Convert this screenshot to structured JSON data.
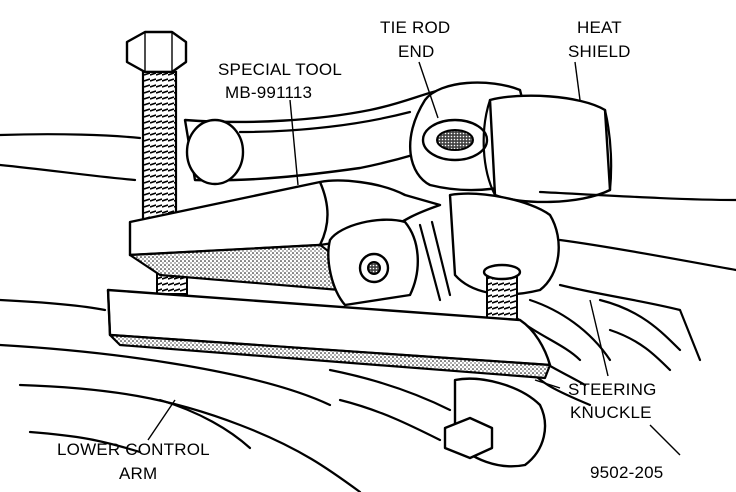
{
  "labels": {
    "special_tool_line1": "SPECIAL TOOL",
    "special_tool_line2": "MB-991113",
    "tie_rod_line1": "TIE ROD",
    "tie_rod_line2": "END",
    "heat_shield_line1": "HEAT",
    "heat_shield_line2": "SHIELD",
    "steering_line1": "STEERING",
    "steering_line2": "KNUCKLE",
    "lower_arm_line1": "LOWER CONTROL",
    "lower_arm_line2": "ARM",
    "figure_number": "9502-205"
  }
}
